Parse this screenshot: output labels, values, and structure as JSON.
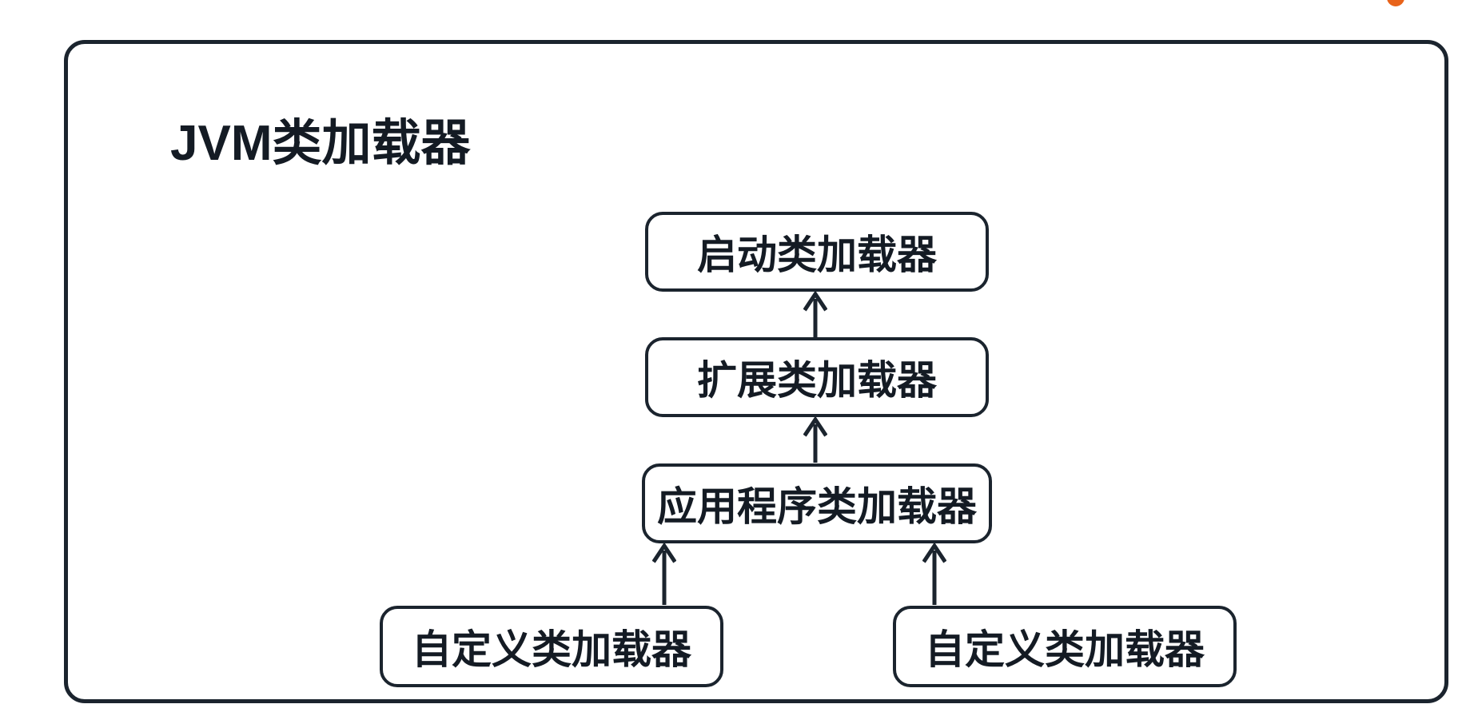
{
  "page": {
    "background_color": "#ffffff",
    "stroke_color": "#1b242e",
    "text_color": "#141b24",
    "accent_color": "#e8631a"
  },
  "marker": {
    "name": "orange-dot",
    "color": "#e8631a"
  },
  "diagram": {
    "title": "JVM类加载器",
    "frame": {
      "border_color": "#1b242e",
      "corner_radius": "26px"
    },
    "nodes": [
      {
        "id": "bootstrap",
        "label": "启动类加载器",
        "level": 1
      },
      {
        "id": "extension",
        "label": "扩展类加载器",
        "level": 2
      },
      {
        "id": "application",
        "label": "应用程序类加载器",
        "level": 3
      },
      {
        "id": "custom_left",
        "label": "自定义类加载器",
        "level": 4
      },
      {
        "id": "custom_right",
        "label": "自定义类加载器",
        "level": 4
      }
    ],
    "edges": [
      {
        "from": "extension",
        "to": "bootstrap",
        "direction": "up"
      },
      {
        "from": "application",
        "to": "extension",
        "direction": "up"
      },
      {
        "from": "custom_left",
        "to": "application",
        "direction": "up"
      },
      {
        "from": "custom_right",
        "to": "application",
        "direction": "up"
      }
    ]
  }
}
